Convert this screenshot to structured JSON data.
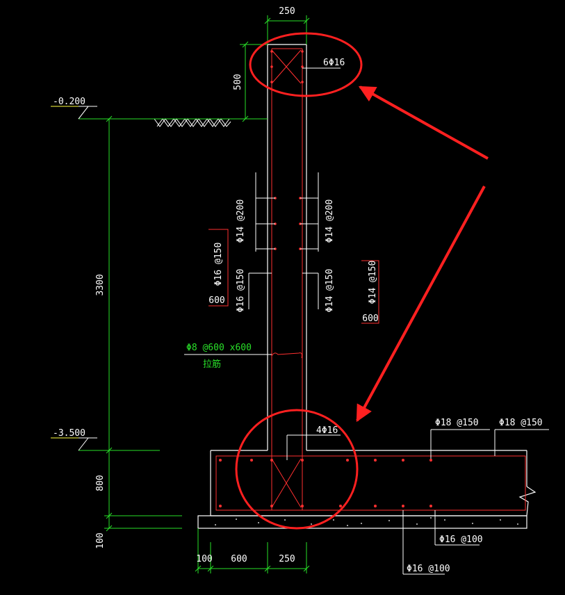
{
  "colors": {
    "background": "#000000",
    "concrete_outline": "#ffffff",
    "rebar": "#ff3030",
    "dimension": "#29e129",
    "annotation_circle": "#ff2020",
    "elevation_line": "#ffff40"
  },
  "dimensions": {
    "wall_width_top": "250",
    "top_zone_height": "500",
    "wall_height": "3300",
    "base_height": "800",
    "blinding_height": "100",
    "bottom_left_offset": "100",
    "bottom_heel": "600",
    "bottom_wall_width": "250"
  },
  "elevations": {
    "top": "-0.200",
    "bottom": "-3.500"
  },
  "rebar_labels": {
    "top_corner": "6Φ16",
    "bottom_corner": "4Φ16",
    "inner_left_upper": "Φ14 @200",
    "inner_right_upper": "Φ14 @200",
    "inner_left_lower": "Φ16 @150",
    "inner_right_lower": "Φ14 @150",
    "outer_left": "Φ16 @150",
    "outer_left_length": "600",
    "outer_right": "Φ14 @150",
    "outer_right_length": "600",
    "base_top_1": "Φ18 @150",
    "base_top_2": "Φ18 @150",
    "base_bottom_1": "Φ16 @100",
    "base_bottom_2": "Φ16 @100"
  },
  "tie_bar": {
    "spec": "Φ8 @600 x600",
    "name": "拉筋"
  }
}
